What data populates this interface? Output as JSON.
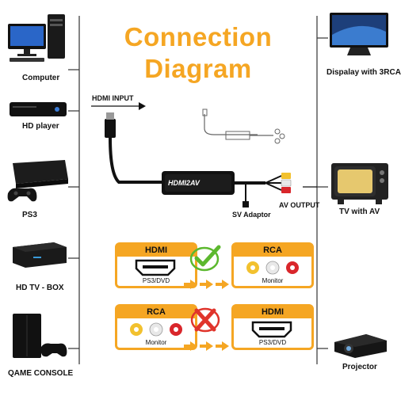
{
  "title": {
    "line1": "Connection",
    "line2": "Diagram"
  },
  "left_devices": [
    {
      "label": "Computer",
      "icon": "computer-icon"
    },
    {
      "label": "HD player",
      "icon": "hd-player-icon"
    },
    {
      "label": "PS3",
      "icon": "ps3-icon"
    },
    {
      "label": "HD TV - BOX",
      "icon": "tv-box-icon"
    },
    {
      "label": "QAME CONSOLE",
      "icon": "game-console-icon"
    }
  ],
  "right_devices": [
    {
      "label": "Dispalay with 3RCA",
      "icon": "monitor-icon"
    },
    {
      "label": "TV with AV",
      "icon": "crt-tv-icon"
    },
    {
      "label": "Projector",
      "icon": "projector-icon"
    }
  ],
  "converter": {
    "label": "HDMI2AV",
    "hdmi_input": "HDMI INPUT",
    "sv_adaptor": "SV Adaptor",
    "av_output": "AV OUTPUT"
  },
  "rows": [
    {
      "from_head": "HDMI",
      "from_sub": "PS3/DVD",
      "to_head": "RCA",
      "to_sub": "Monitor",
      "status": "supported"
    },
    {
      "from_head": "RCA",
      "from_sub": "Monitor",
      "to_head": "HDMI",
      "to_sub": "PS3/DVD",
      "status": "not-supported"
    }
  ],
  "colors": {
    "accent": "#f5a623",
    "check": "#5cb82e",
    "cross": "#e0342b",
    "rca_yellow": "#f2c12e",
    "rca_white": "#e8e8e8",
    "rca_red": "#d9262b"
  }
}
